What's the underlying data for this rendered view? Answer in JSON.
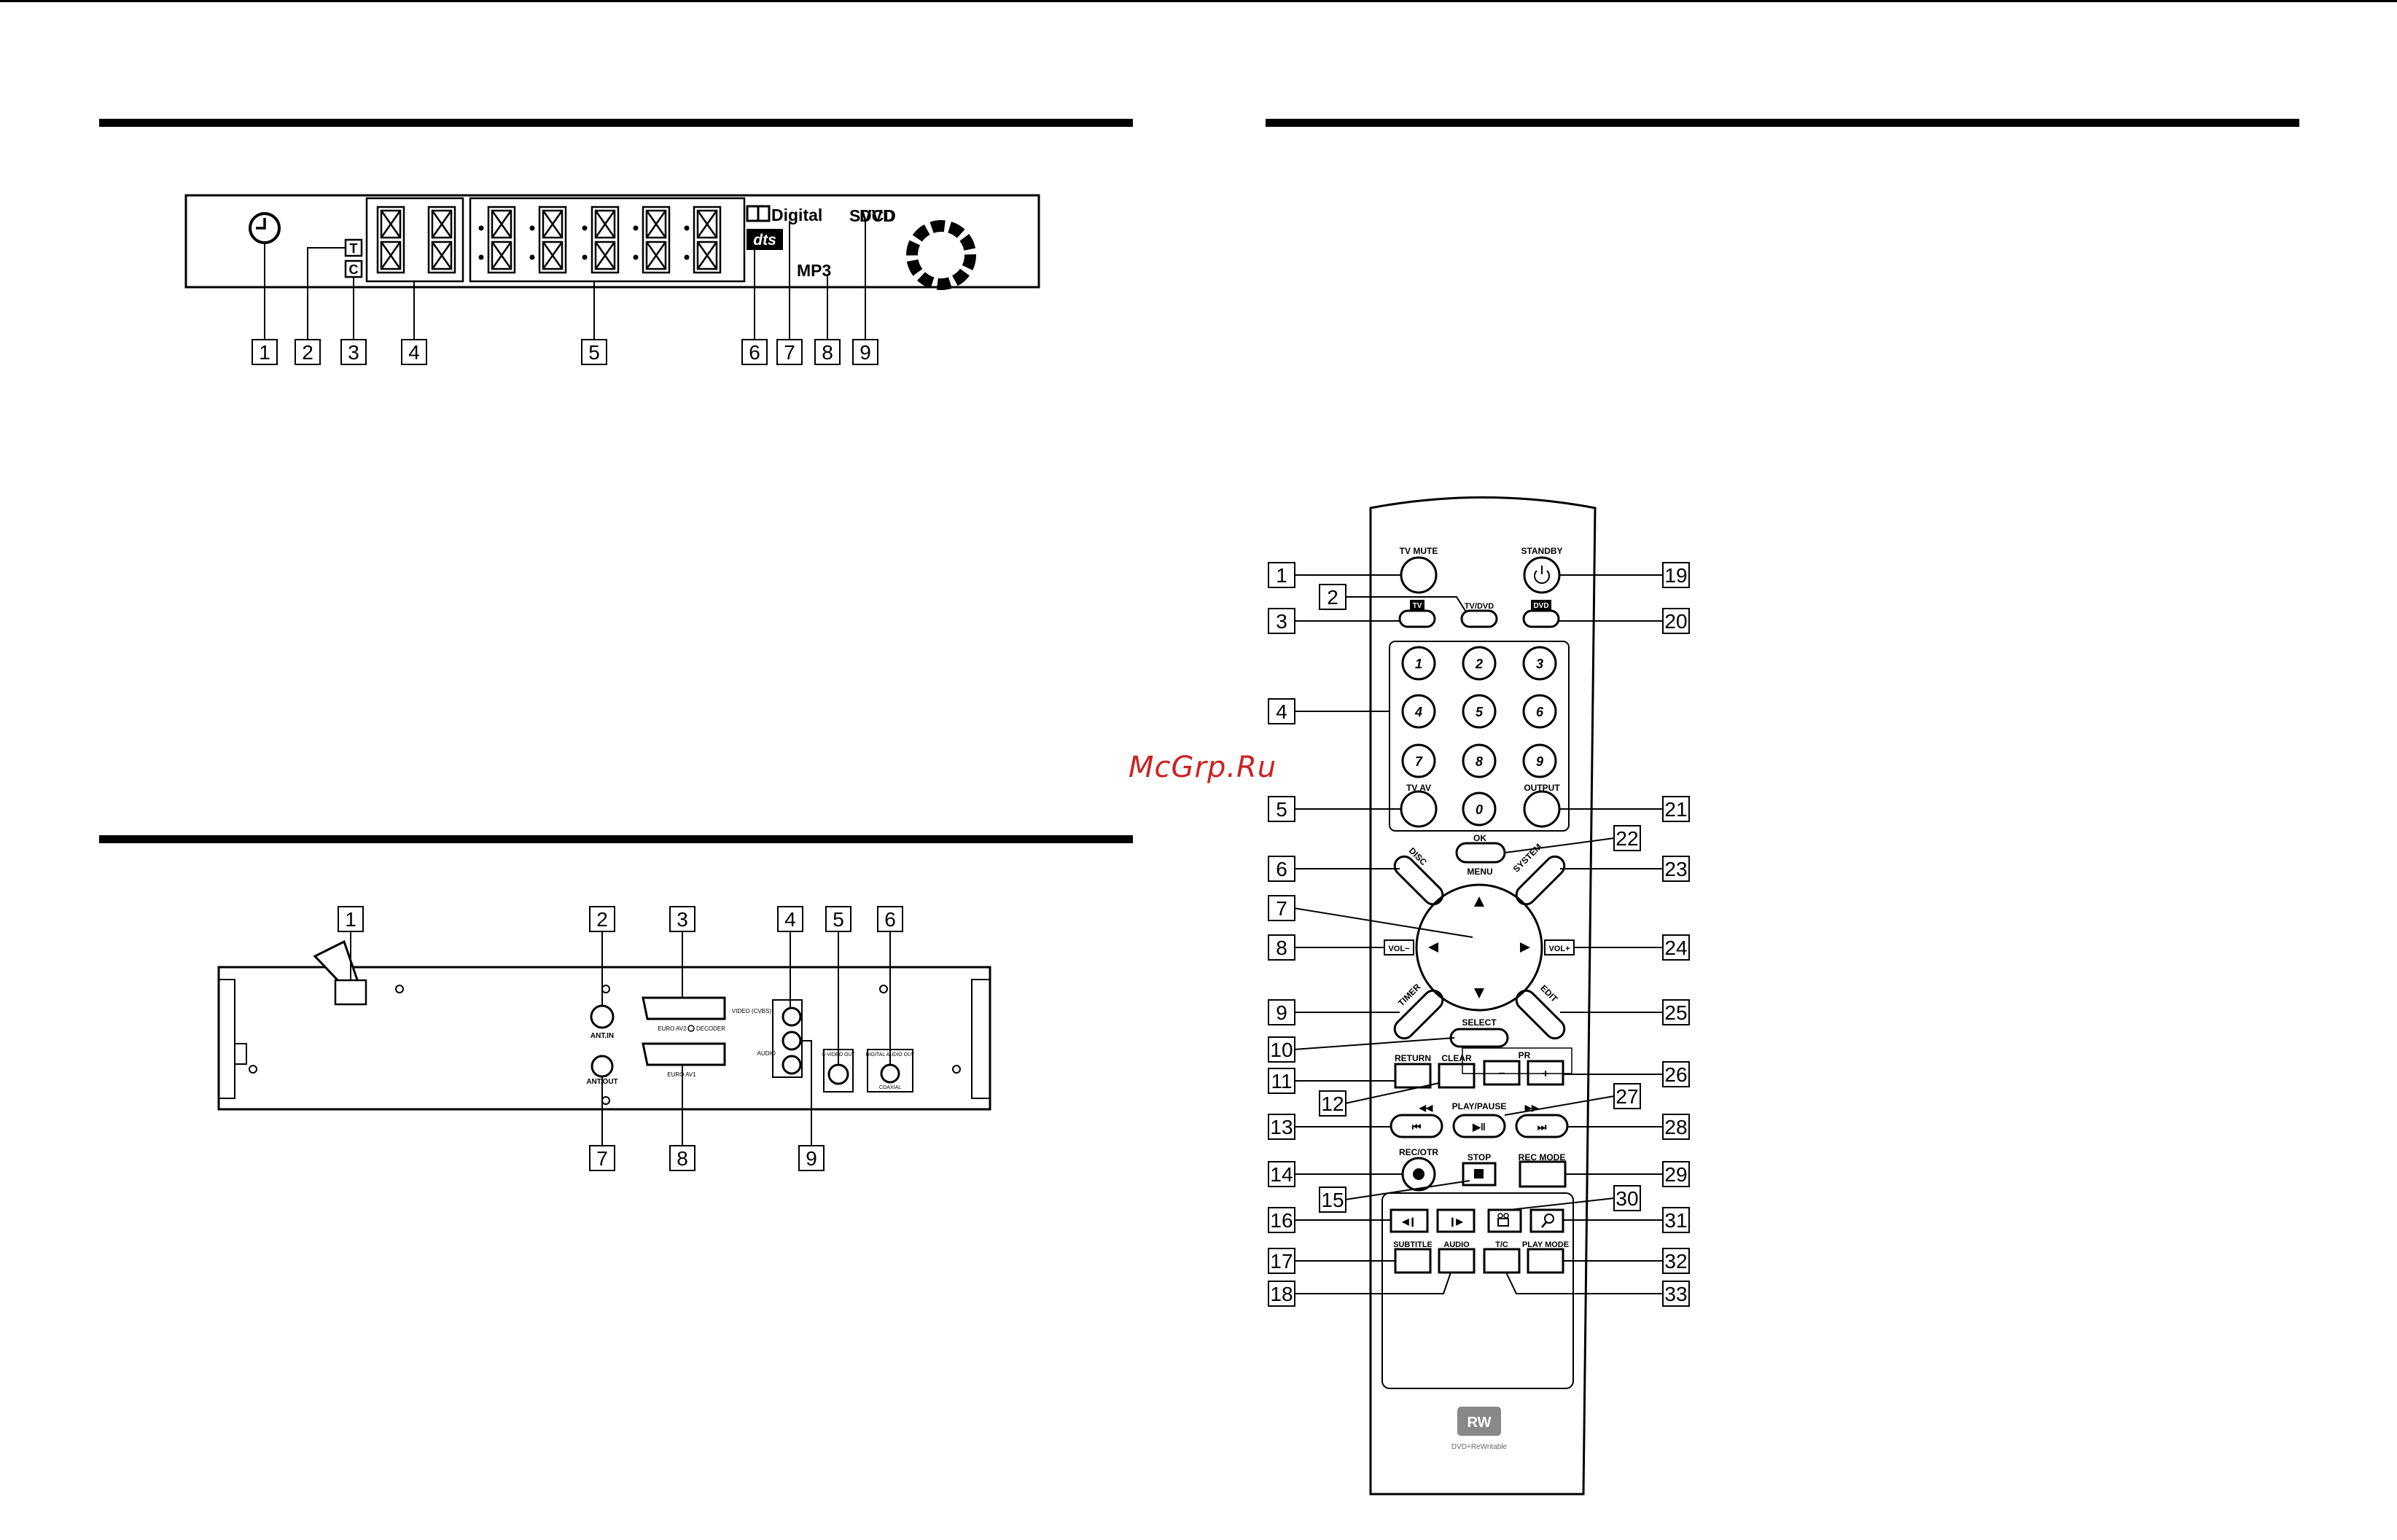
{
  "watermark": "McGrp.Ru",
  "display": {
    "svcd": "SVCD",
    "dvd": "DVD",
    "digital": "Digital",
    "dolby_mark": "DD",
    "dts": "dts",
    "mp3": "MP3",
    "t_flag": "T",
    "c_flag": "C",
    "callouts": [
      "1",
      "2",
      "3",
      "4",
      "5",
      "6",
      "7",
      "8",
      "9"
    ]
  },
  "rear": {
    "antin": "ANT.IN",
    "antout": "ANT.OUT",
    "euro_av2": "EURO AV2",
    "decoder": "DECODER",
    "euro_av1": "EURO AV1",
    "video_cvbs": "VIDEO (CVBS)",
    "audio": "AUDIO",
    "svideo_out": "S-VIDEO OUT",
    "digital_audio_out": "DIGITAL AUDIO OUT",
    "coaxial": "COAXIAL",
    "callouts": [
      "1",
      "2",
      "3",
      "4",
      "5",
      "6",
      "7",
      "8",
      "9"
    ]
  },
  "remote": {
    "tv_mute": "TV MUTE",
    "standby": "STANDBY",
    "tv_dvd": "TV/DVD",
    "tv": "TV",
    "dvd": "DVD",
    "digits": [
      "1",
      "2",
      "3",
      "4",
      "5",
      "6",
      "7",
      "8",
      "9",
      "0"
    ],
    "tv_av": "TV AV",
    "output": "OUTPUT",
    "ok": "OK",
    "menu": "MENU",
    "disc": "DISC",
    "system": "SYSTEM",
    "vol_minus": "VOL−",
    "vol_plus": "VOL+",
    "timer": "TIMER",
    "edit": "EDIT",
    "select": "SELECT",
    "return": "RETURN",
    "clear": "CLEAR",
    "pr": "PR",
    "pr_minus": "−",
    "pr_plus": "+",
    "play_pause": "PLAY/PAUSE",
    "rec_otr": "REC/OTR",
    "stop": "STOP",
    "rec_mode": "REC MODE",
    "subtitle": "SUBTITLE",
    "audio": "AUDIO",
    "tc": "T/C",
    "play_mode": "PLAY MODE",
    "rw_logo": "RW",
    "rw_caption": "DVD+ReWritable",
    "callouts": [
      "1",
      "2",
      "3",
      "4",
      "5",
      "6",
      "7",
      "8",
      "9",
      "10",
      "11",
      "12",
      "13",
      "14",
      "15",
      "16",
      "17",
      "18",
      "19",
      "20",
      "21",
      "22",
      "23",
      "24",
      "25",
      "26",
      "27",
      "28",
      "29",
      "30",
      "31",
      "32",
      "33"
    ]
  }
}
